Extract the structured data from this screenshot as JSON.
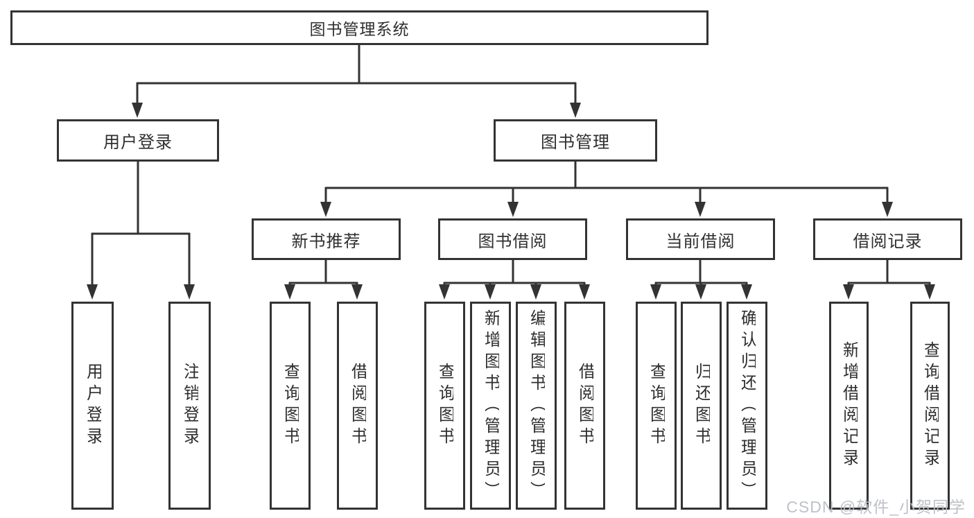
{
  "diagram": {
    "tree": {
      "root": {
        "label": "图书管理系统"
      },
      "branches": [
        {
          "label": "用户登录",
          "children": [
            {
              "label": "用户登录"
            },
            {
              "label": "注销登录"
            }
          ]
        },
        {
          "label": "图书管理",
          "children": [
            {
              "label": "新书推荐",
              "children": [
                {
                  "label": "查询图书"
                },
                {
                  "label": "借阅图书"
                }
              ]
            },
            {
              "label": "图书借阅",
              "children": [
                {
                  "label": "查询图书"
                },
                {
                  "label": "新增图书（管理员）"
                },
                {
                  "label": "编辑图书（管理员）"
                },
                {
                  "label": "借阅图书"
                }
              ]
            },
            {
              "label": "当前借阅",
              "children": [
                {
                  "label": "查询图书"
                },
                {
                  "label": "归还图书"
                },
                {
                  "label": "确认归还（管理员）"
                }
              ]
            },
            {
              "label": "借阅记录",
              "children": [
                {
                  "label": "新增借阅记录"
                },
                {
                  "label": "查询借阅记录"
                }
              ]
            }
          ]
        }
      ]
    },
    "colors": {
      "line": "#333333",
      "border": "#333333",
      "text": "#2f2f2f",
      "background": "#ffffff",
      "watermark": "#babec4"
    }
  },
  "watermark": {
    "text": "CSDN @软件_小贺同学"
  }
}
